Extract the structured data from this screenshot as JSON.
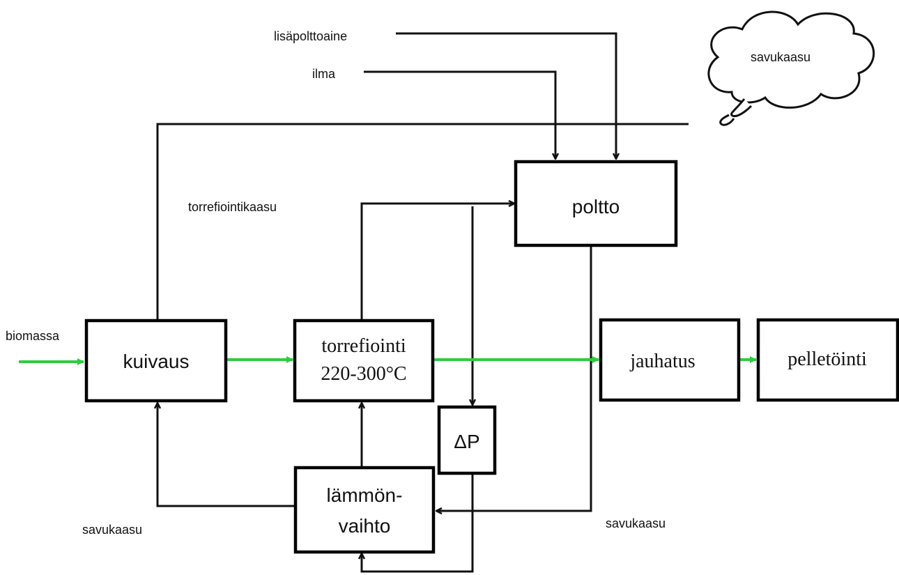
{
  "labels": {
    "lisapolttoaine": "lisäpolttoaine",
    "ilma": "ilma",
    "savukaasu_cloud": "savukaasu",
    "torrefiointikaasu": "torrefiointikaasu",
    "biomassa": "biomassa",
    "savukaasu_left": "savukaasu",
    "savukaasu_right": "savukaasu"
  },
  "boxes": {
    "poltto": "poltto",
    "kuivaus": "kuivaus",
    "torrefiointi_line1": "torrefiointi",
    "torrefiointi_line2": "220-300°C",
    "jauhatus": "jauhatus",
    "pelletointi": "pelletöinti",
    "delta_p": "ΔP",
    "lammon_line1": "lämmön-",
    "lammon_line2": "vaihto"
  },
  "colors": {
    "flow_line": "#111111",
    "biomass_flow": "#2ecc40",
    "box_border": "#000000"
  }
}
